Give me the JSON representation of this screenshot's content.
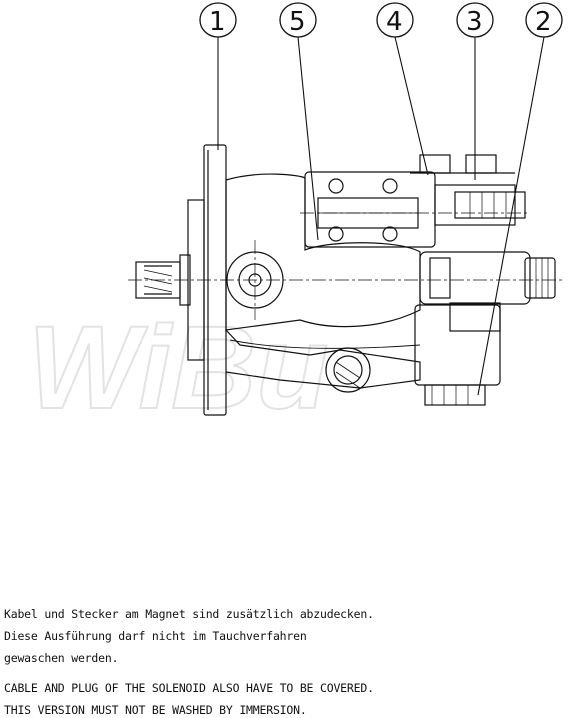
{
  "callouts": [
    {
      "number": "1"
    },
    {
      "number": "5"
    },
    {
      "number": "4"
    },
    {
      "number": "3"
    },
    {
      "number": "2"
    }
  ],
  "watermark": "WiBu",
  "notes_de": [
    "Kabel und Stecker am Magnet sind zusätzlich abzudecken.",
    "Diese Ausführung darf nicht im Tauchverfahren",
    "gewaschen werden."
  ],
  "notes_en": [
    "CABLE AND PLUG OF THE SOLENOID ALSO HAVE TO BE COVERED.",
    "THIS VERSION MUST NOT BE WASHED BY IMMERSION."
  ]
}
